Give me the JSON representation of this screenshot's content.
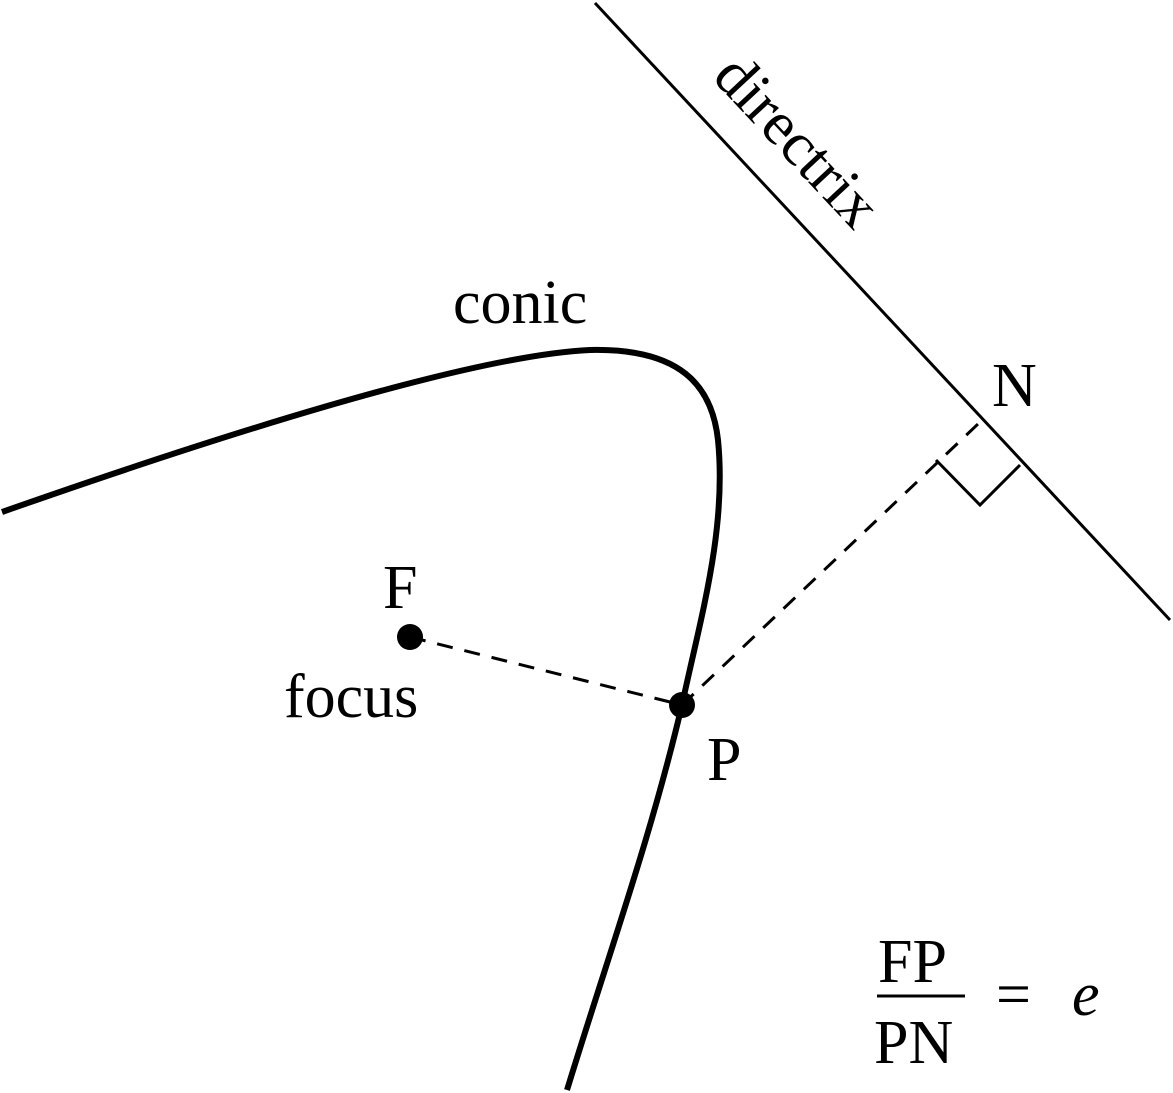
{
  "colors": {
    "stroke": "#000000",
    "background": "#ffffff"
  },
  "labels": {
    "directrix": "directrix",
    "conic": "conic",
    "focus_point": "F",
    "focus_word": "focus",
    "point_p": "P",
    "point_n": "N"
  },
  "formula": {
    "numerator": "FP",
    "denominator": "PN",
    "equals": "=",
    "rhs": "e"
  }
}
